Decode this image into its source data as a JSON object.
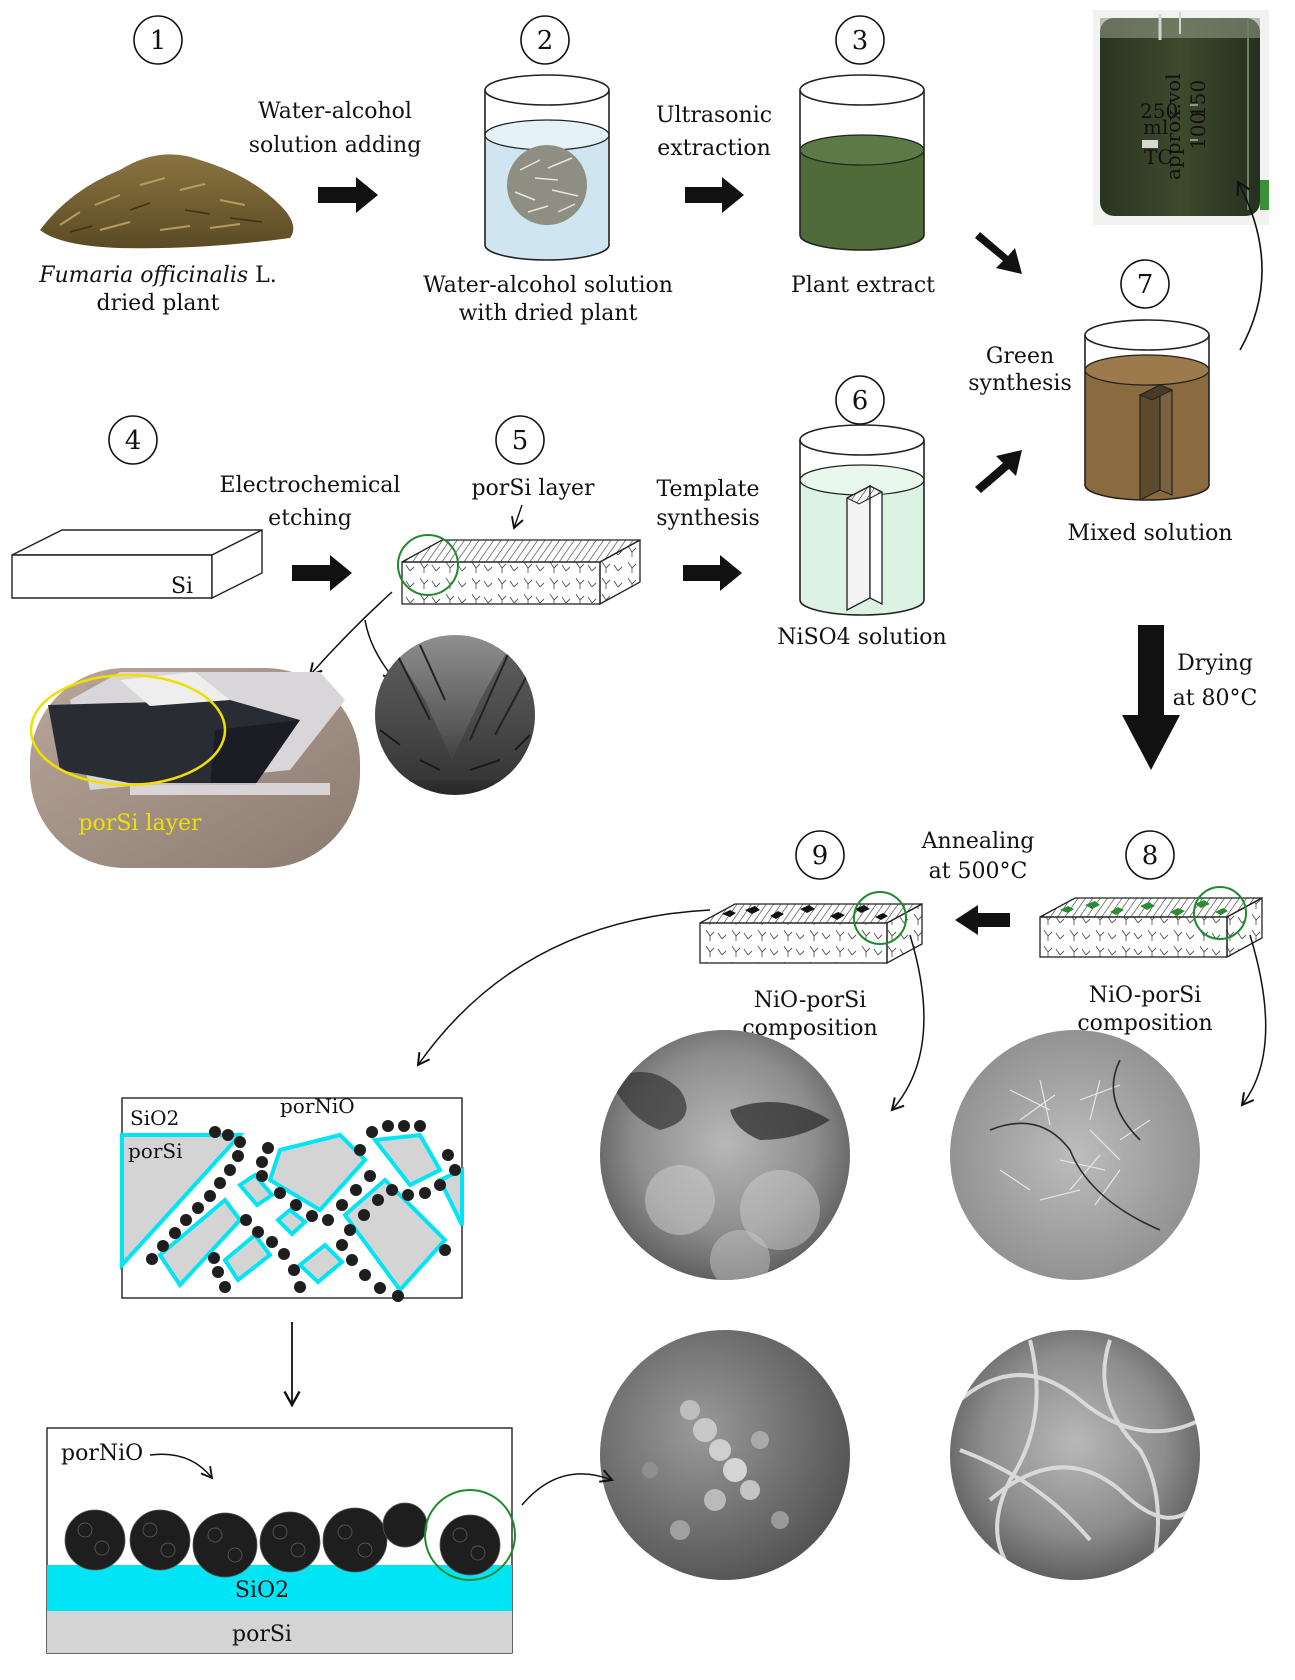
{
  "steps": {
    "s1": "1",
    "s2": "2",
    "s3": "3",
    "s4": "4",
    "s5": "5",
    "s6": "6",
    "s7": "7",
    "s8": "8",
    "s9": "9"
  },
  "labels": {
    "plant_species": "Fumaria officinalis",
    "plant_species_suffix": " L.",
    "plant_line2": "dried plant",
    "water_alcohol_1": "Water-alcohol",
    "water_alcohol_2": "solution adding",
    "beaker2_1": "Water-alcohol solution",
    "beaker2_2": "with dried plant",
    "ultrasonic_1": "Ultrasonic",
    "ultrasonic_2": "extraction",
    "plant_extract": "Plant extract",
    "green_1": "Green",
    "green_2": "synthesis",
    "mixed_solution": "Mixed solution",
    "electrochem_1": "Electrochemical",
    "electrochem_2": "etching",
    "porsi_layer": "porSi layer",
    "si": "Si",
    "template_1": "Template",
    "template_2": "synthesis",
    "niso4": "NiSO4 solution",
    "drying_1": "Drying",
    "drying_2": "at 80°C",
    "photo_porsi": "porSi layer",
    "annealing_1": "Annealing",
    "annealing_2": "at 500°C",
    "comp9_1": "NiO-porSi",
    "comp9_2": "composition",
    "comp8_1": "NiO-porSi",
    "comp8_2": "composition",
    "sio2_top": "SiO2",
    "porsi_top": "porSi",
    "pornio_top": "porNiO",
    "pornio_bottom": "porNiO",
    "sio2_bottom": "SiO2",
    "porsi_bottom": "porSi"
  },
  "beaker_photo": {
    "vol": "250",
    "unit": "ml",
    "tc": "TC",
    "approx": "approx.vol",
    "mark150": "150",
    "mark100": "100"
  },
  "colors": {
    "extract_green": "#4f6b3a",
    "mixed_brown": "#8a6a3f",
    "water_blue": "#cfe6f1",
    "niso4_green": "#dcf3e4",
    "sio2_cyan": "#00e5f5",
    "porsi_gray": "#d4d4d4",
    "callout_green": "#1f8a2a",
    "photo_yellow": "#f0e000"
  }
}
